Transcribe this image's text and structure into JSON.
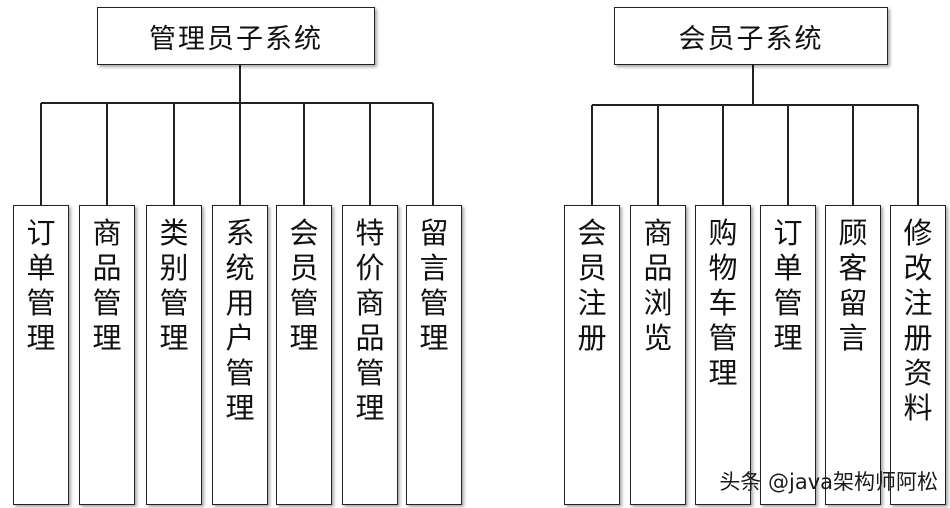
{
  "diagram": {
    "admin": {
      "title": "管理员子系统",
      "children": [
        "订单管理",
        "商品管理",
        "类别管理",
        "系统用户管理",
        "会员管理",
        "特价商品管理",
        "留言管理"
      ]
    },
    "member": {
      "title": "会员子系统",
      "children": [
        "会员注册",
        "商品浏览",
        "购物车管理",
        "订单管理",
        "顾客留言",
        "修改注册资料"
      ]
    }
  },
  "watermark": "头条 @java架构师阿松"
}
